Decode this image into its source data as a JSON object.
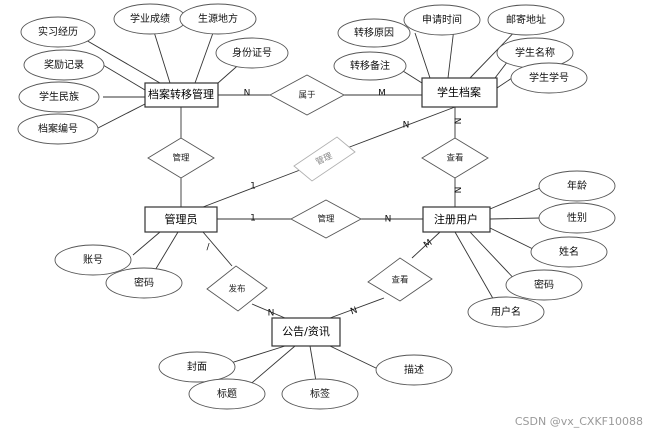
{
  "entities": {
    "transfer_mgmt": "档案转移管理",
    "student_archive": "学生档案",
    "admin": "管理员",
    "user": "注册用户",
    "notice": "公告/资讯"
  },
  "relationships": {
    "belongs": "属于",
    "manage_1": "管理",
    "manage_2": "管理",
    "manage_3": "管理",
    "view_1": "查看",
    "view_2": "查看",
    "publish": "发布"
  },
  "attributes": {
    "transfer_mgmt": [
      "实习经历",
      "学业成绩",
      "生源地方",
      "身份证号",
      "奖励记录",
      "学生民族",
      "档案编号"
    ],
    "student_archive": [
      "转移原因",
      "申请时间",
      "邮寄地址",
      "学生名称",
      "转移备注",
      "学生学号"
    ],
    "user": [
      "年龄",
      "性别",
      "姓名",
      "密码",
      "用户名"
    ],
    "admin": [
      "账号",
      "密码"
    ],
    "notice": [
      "封面",
      "标题",
      "标签",
      "描述"
    ]
  },
  "cardinalities": {
    "belongs_left": "N",
    "belongs_right": "M",
    "manage_archive_top": "N",
    "manage_archive_bottom": "1",
    "archive_view": "N",
    "view_user": "N",
    "manage_user_left": "1",
    "manage_user_right": "N",
    "user_view_notice": "M",
    "view_notice": "N",
    "admin_publish": "/",
    "publish_notice": "N"
  },
  "watermark": "CSDN @vx_CXKF10088"
}
